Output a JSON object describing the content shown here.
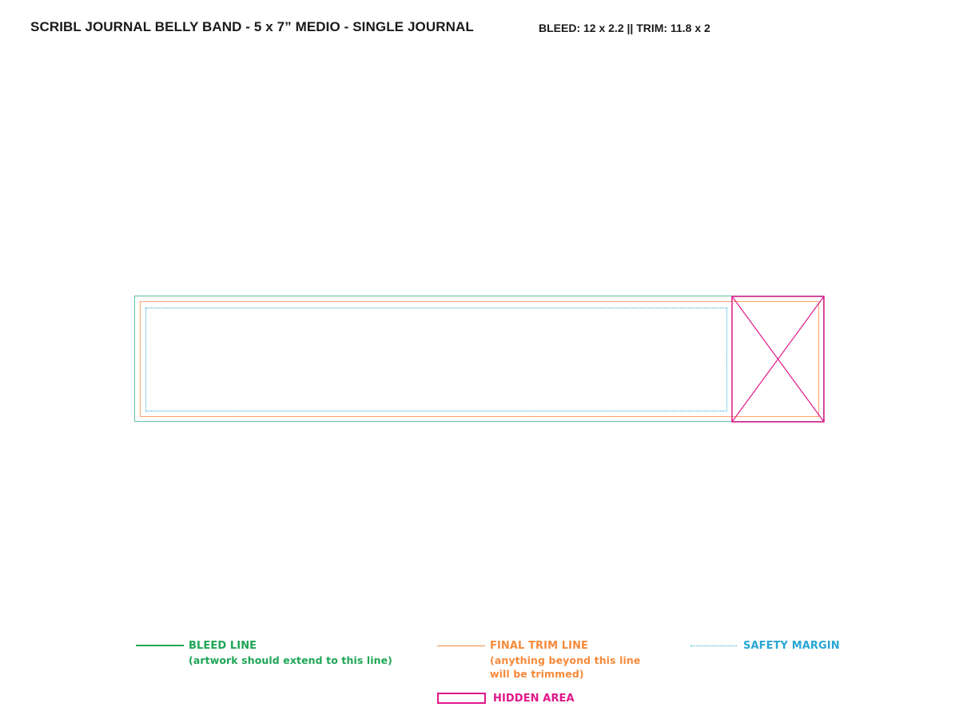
{
  "header": {
    "title": "SCRIBL JOURNAL BELLY BAND - 5 x 7” MEDIO - SINGLE JOURNAL",
    "dimensions": "BLEED: 12 x 2.2 || TRIM: 11.8 x 2"
  },
  "legend": {
    "bleed": {
      "label": "BLEED LINE",
      "note": "(artwork should extend to this line)",
      "color": "#1ea556"
    },
    "trim": {
      "label": "FINAL TRIM LINE",
      "note_line1": "(anything beyond this line",
      "note_line2": "will be trimmed)",
      "color": "#f58a3a"
    },
    "safety": {
      "label": "SAFETY MARGIN",
      "color": "#27a6d6"
    },
    "hidden": {
      "label": "HIDDEN AREA",
      "color": "#e0168a"
    }
  }
}
